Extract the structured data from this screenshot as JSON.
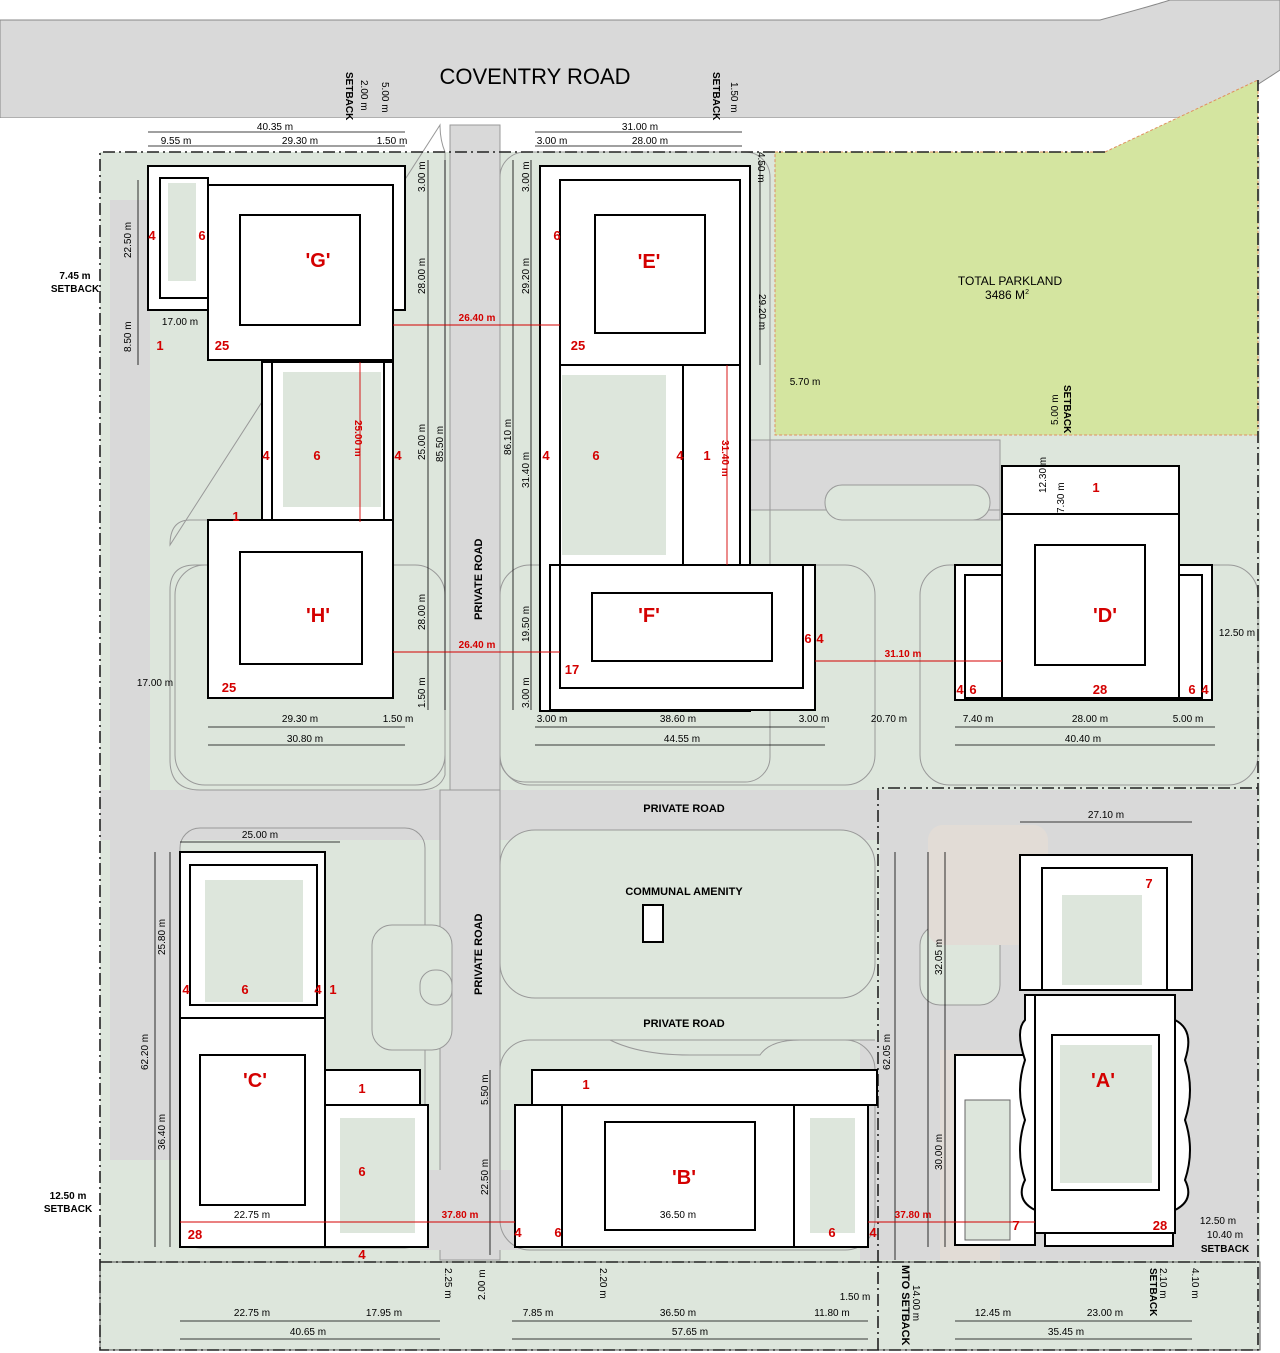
{
  "road": {
    "name": "COVENTRY ROAD"
  },
  "parkland": {
    "title": "TOTAL PARKLAND",
    "area": "3486 M",
    "sup": "2"
  },
  "labels": {
    "private_road": "PRIVATE ROAD",
    "communal_amenity": "COMMUNAL AMENITY",
    "mto_setback": "MTO SETBACK",
    "setback": "SETBACK"
  },
  "buildings": {
    "g": "'G'",
    "e": "'E'",
    "h": "'H'",
    "f": "'F'",
    "d": "'D'",
    "c": "'C'",
    "b": "'B'",
    "a": "'A'"
  },
  "dims_black": [
    "40.35 m",
    "9.55 m",
    "29.30 m",
    "1.50 m",
    "31.00 m",
    "3.00 m",
    "28.00 m",
    "22.50 m",
    "8.50 m",
    "17.00 m",
    "3.00 m",
    "28.00 m",
    "25.00 m",
    "85.50 m",
    "28.00 m",
    "1.50 m",
    "3.00 m",
    "29.20 m",
    "29.20 m",
    "86.10 m",
    "31.40 m",
    "19.50 m",
    "3.00 m",
    "5.70 m",
    "5.00 m",
    "12.30 m",
    "7.30 m",
    "12.50 m",
    "17.00 m",
    "29.30 m",
    "1.50 m",
    "30.80 m",
    "3.00 m",
    "38.60 m",
    "3.00 m",
    "20.70 m",
    "44.55 m",
    "7.40 m",
    "28.00 m",
    "5.00 m",
    "40.40 m",
    "27.10 m",
    "25.00 m",
    "25.80 m",
    "62.20 m",
    "36.40 m",
    "32.05 m",
    "62.05 m",
    "30.00 m",
    "5.50 m",
    "22.50 m",
    "22.75 m",
    "36.50 m",
    "12.50 m",
    "10.40 m",
    "2.25 m",
    "2.00 m",
    "2.20 m",
    "2.10 m",
    "4.10 m",
    "1.50 m",
    "14.00 m",
    "22.75 m",
    "17.95 m",
    "40.65 m",
    "7.85 m",
    "36.50 m",
    "11.80 m",
    "57.65 m",
    "12.45 m",
    "23.00 m",
    "35.45 m",
    "4.50 m",
    "5.00 m",
    "2.00 m",
    "1.50 m",
    "7.45 m",
    "12.50 m"
  ],
  "dims_red": [
    "26.40 m",
    "25.00 m",
    "26.40 m",
    "31.40 m",
    "31.10 m",
    "37.80 m",
    "37.80 m"
  ],
  "floor_counts": {
    "n1": "1",
    "n4": "4",
    "n6": "6",
    "n7": "7",
    "n17": "17",
    "n25": "25",
    "n28": "28"
  }
}
